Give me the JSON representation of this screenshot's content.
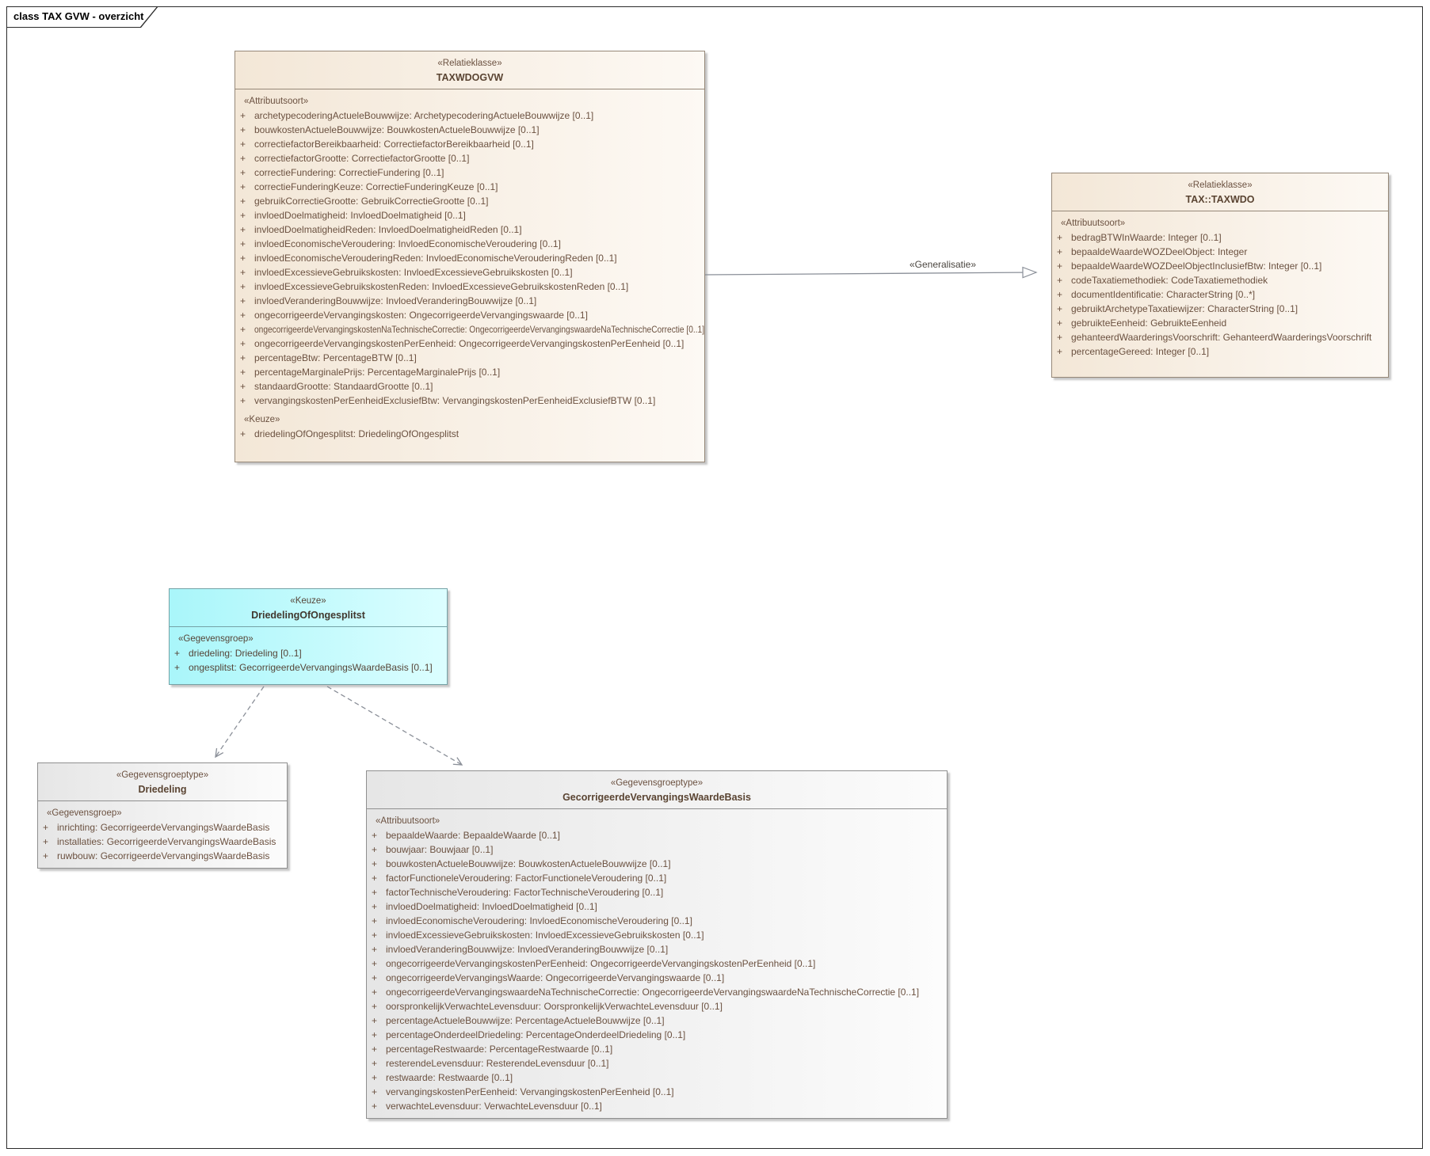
{
  "frame": {
    "title": "class TAX GVW - overzicht"
  },
  "colors": {
    "relatieklasse_fill": "#f3e7d7",
    "keuze_fill": "#a9f6fa",
    "gegevensgroeptype_fill": "#e6e6e6",
    "text_brown": "#6b5140",
    "connector_gray": "#8a8f98"
  },
  "classes": {
    "taxwdogvw": {
      "stereotype": "«Relatieklasse»",
      "name": "TAXWDOGVW",
      "sections": [
        {
          "header": "«Attribuutsoort»",
          "attributes": [
            "archetypecoderingActueleBouwwijze: ArchetypecoderingActueleBouwwijze [0..1]",
            "bouwkostenActueleBouwwijze: BouwkostenActueleBouwwijze [0..1]",
            "correctiefactorBereikbaarheid: CorrectiefactorBereikbaarheid [0..1]",
            "correctiefactorGrootte: CorrectiefactorGrootte [0..1]",
            "correctieFundering: CorrectieFundering [0..1]",
            "correctieFunderingKeuze: CorrectieFunderingKeuze [0..1]",
            "gebruikCorrectieGrootte: GebruikCorrectieGrootte [0..1]",
            "invloedDoelmatigheid: InvloedDoelmatigheid [0..1]",
            "invloedDoelmatigheidReden: InvloedDoelmatigheidReden [0..1]",
            "invloedEconomischeVeroudering: InvloedEconomischeVeroudering [0..1]",
            "invloedEconomischeVerouderingReden: InvloedEconomischeVerouderingReden [0..1]",
            "invloedExcessieveGebruikskosten: InvloedExcessieveGebruikskosten [0..1]",
            "invloedExcessieveGebruikskostenReden: InvloedExcessieveGebruikskostenReden [0..1]",
            "invloedVeranderingBouwwijze: InvloedVeranderingBouwwijze [0..1]",
            "ongecorrigeerdeVervangingskosten: OngecorrigeerdeVervangingswaarde [0..1]",
            "ongecorrigeerdeVervangingskostenNaTechnischeCorrectie: OngecorrigeerdeVervangingswaardeNaTechnischeCorrectie [0..1]",
            "ongecorrigeerdeVervangingskostenPerEenheid: OngecorrigeerdeVervangingskostenPerEenheid [0..1]",
            "percentageBtw: PercentageBTW [0..1]",
            "percentageMarginalePrijs: PercentageMarginalePrijs [0..1]",
            "standaardGrootte: StandaardGrootte [0..1]",
            "vervangingskostenPerEenheidExclusiefBtw: VervangingskostenPerEenheidExclusiefBTW [0..1]"
          ]
        },
        {
          "header": "«Keuze»",
          "attributes": [
            "driedelingOfOngesplitst: DriedelingOfOngesplitst"
          ]
        }
      ]
    },
    "taxwdo": {
      "stereotype": "«Relatieklasse»",
      "name": "TAX::TAXWDO",
      "sections": [
        {
          "header": "«Attribuutsoort»",
          "attributes": [
            "bedragBTWInWaarde: Integer [0..1]",
            "bepaaldeWaardeWOZDeelObject: Integer",
            "bepaaldeWaardeWOZDeelObjectInclusiefBtw: Integer [0..1]",
            "codeTaxatiemethodiek: CodeTaxatiemethodiek",
            "documentIdentificatie: CharacterString [0..*]",
            "gebruiktArchetypeTaxatiewijzer: CharacterString [0..1]",
            "gebruikteEenheid: GebruikteEenheid",
            "gehanteerdWaarderingsVoorschrift: GehanteerdWaarderingsVoorschrift",
            "percentageGereed: Integer [0..1]"
          ]
        }
      ]
    },
    "driedelingOfOngesplitst": {
      "stereotype": "«Keuze»",
      "name": "DriedelingOfOngesplitst",
      "sections": [
        {
          "header": "«Gegevensgroep»",
          "attributes": [
            "driedeling: Driedeling [0..1]",
            "ongesplitst: GecorrigeerdeVervangingsWaardeBasis [0..1]"
          ]
        }
      ]
    },
    "driedeling": {
      "stereotype": "«Gegevensgroeptype»",
      "name": "Driedeling",
      "sections": [
        {
          "header": "«Gegevensgroep»",
          "attributes": [
            "inrichting: GecorrigeerdeVervangingsWaardeBasis",
            "installaties: GecorrigeerdeVervangingsWaardeBasis",
            "ruwbouw: GecorrigeerdeVervangingsWaardeBasis"
          ]
        }
      ]
    },
    "gvwBasis": {
      "stereotype": "«Gegevensgroeptype»",
      "name": "GecorrigeerdeVervangingsWaardeBasis",
      "sections": [
        {
          "header": "«Attribuutsoort»",
          "attributes": [
            "bepaaldeWaarde: BepaaldeWaarde [0..1]",
            "bouwjaar: Bouwjaar [0..1]",
            "bouwkostenActueleBouwwijze: BouwkostenActueleBouwwijze [0..1]",
            "factorFunctioneleVeroudering: FactorFunctioneleVeroudering [0..1]",
            "factorTechnischeVeroudering: FactorTechnischeVeroudering [0..1]",
            "invloedDoelmatigheid: InvloedDoelmatigheid [0..1]",
            "invloedEconomischeVeroudering: InvloedEconomischeVeroudering [0..1]",
            "invloedExcessieveGebruikskosten: InvloedExcessieveGebruikskosten [0..1]",
            "invloedVeranderingBouwwijze: InvloedVeranderingBouwwijze [0..1]",
            "ongecorrigeerdeVervangingskostenPerEenheid: OngecorrigeerdeVervangingskostenPerEenheid [0..1]",
            "ongecorrigeerdeVervangingsWaarde: OngecorrigeerdeVervangingswaarde [0..1]",
            "ongecorrigeerdeVervangingswaardeNaTechnischeCorrectie: OngecorrigeerdeVervangingswaardeNaTechnischeCorrectie [0..1]",
            "oorspronkelijkVerwachteLevensduur: OorspronkelijkVerwachteLevensduur [0..1]",
            "percentageActueleBouwwijze: PercentageActueleBouwwijze [0..1]",
            "percentageOnderdeelDriedeling: PercentageOnderdeelDriedeling [0..1]",
            "percentageRestwaarde: PercentageRestwaarde [0..1]",
            "resterendeLevensduur: ResterendeLevensduur [0..1]",
            "restwaarde: Restwaarde [0..1]",
            "vervangingskostenPerEenheid: VervangingskostenPerEenheid [0..1]",
            "verwachteLevensduur: VerwachteLevensduur [0..1]"
          ]
        }
      ]
    }
  },
  "connectors": {
    "generalisatie_label": "«Generalisatie»"
  }
}
